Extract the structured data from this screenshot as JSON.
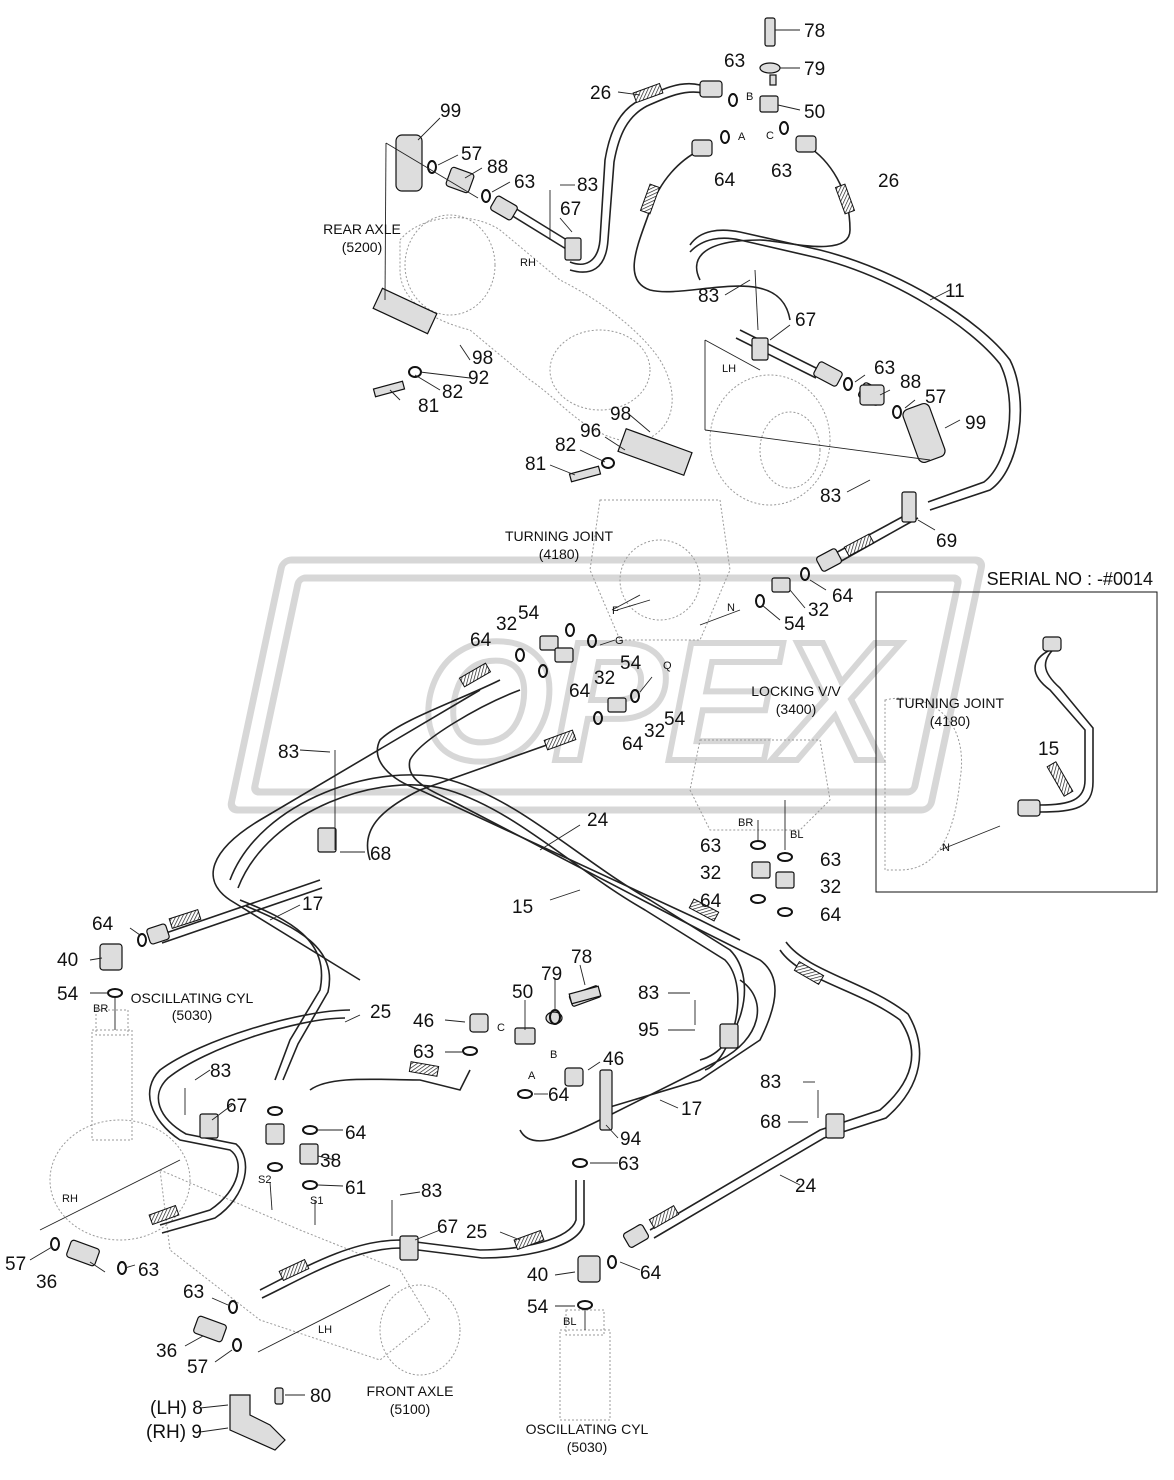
{
  "serial_note": "SERIAL NO : -#0014",
  "components": {
    "rear_axle": {
      "name": "REAR AXLE",
      "code": "(5200)"
    },
    "turning_joint": {
      "name": "TURNING JOINT",
      "code": "(4180)"
    },
    "locking_valve": {
      "name": "LOCKING V/V",
      "code": "(3400)"
    },
    "oscillating_cyl_rh": {
      "name": "OSCILLATING CYL",
      "code": "(5030)"
    },
    "oscillating_cyl_lh": {
      "name": "OSCILLATING CYL",
      "code": "(5030)"
    },
    "front_axle": {
      "name": "FRONT AXLE",
      "code": "(5100)"
    },
    "turning_joint_inset": {
      "name": "TURNING JOINT",
      "code": "(4180)"
    }
  },
  "side_labels": {
    "rh": "RH",
    "lh": "LH"
  },
  "ports": {
    "a": "A",
    "b": "B",
    "c": "C",
    "f": "F",
    "g": "G",
    "n": "N",
    "q": "Q",
    "br": "BR",
    "bl": "BL",
    "s1": "S1",
    "s2": "S2"
  },
  "bracket_callout": {
    "lh": "(LH) 8",
    "rh": "(RH) 9"
  },
  "parts": {
    "p8": "8",
    "p9": "9",
    "p11": "11",
    "p15": "15",
    "p17": "17",
    "p24": "24",
    "p25": "25",
    "p26": "26",
    "p32": "32",
    "p36": "36",
    "p38": "38",
    "p40": "40",
    "p46": "46",
    "p50": "50",
    "p54": "54",
    "p57": "57",
    "p61": "61",
    "p63": "63",
    "p64": "64",
    "p67": "67",
    "p68": "68",
    "p69": "69",
    "p78": "78",
    "p79": "79",
    "p80": "80",
    "p81": "81",
    "p82": "82",
    "p83": "83",
    "p88": "88",
    "p92": "92",
    "p94": "94",
    "p95": "95",
    "p96": "96",
    "p98": "98",
    "p99": "99"
  }
}
